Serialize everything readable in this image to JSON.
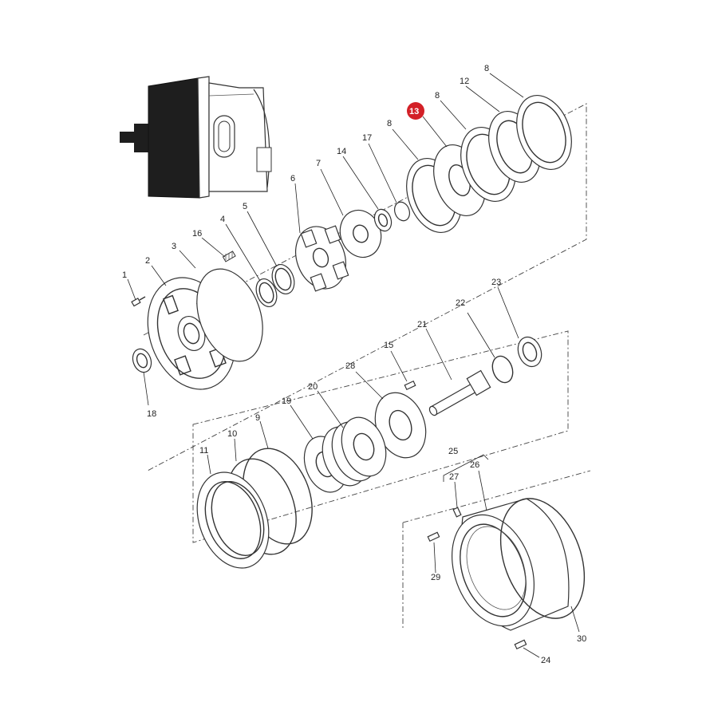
{
  "colors": {
    "line": "#333333",
    "highlight": "#d32027",
    "housing_dark": "#1e1e1e"
  },
  "callouts": {
    "c1": "1",
    "c2": "2",
    "c3": "3",
    "c4": "4",
    "c5": "5",
    "c6": "6",
    "c7": "7",
    "c8a": "8",
    "c8b": "8",
    "c8c": "8",
    "c9": "9",
    "c10": "10",
    "c11": "11",
    "c12": "12",
    "c13": "13",
    "c14": "14",
    "c15": "15",
    "c16": "16",
    "c17": "17",
    "c18": "18",
    "c19": "19",
    "c20": "20",
    "c21": "21",
    "c22": "22",
    "c23": "23",
    "c24": "24",
    "c25": "25",
    "c26": "26",
    "c27": "27",
    "c28": "28",
    "c29": "29",
    "c30": "30"
  },
  "highlighted_callout": "13"
}
